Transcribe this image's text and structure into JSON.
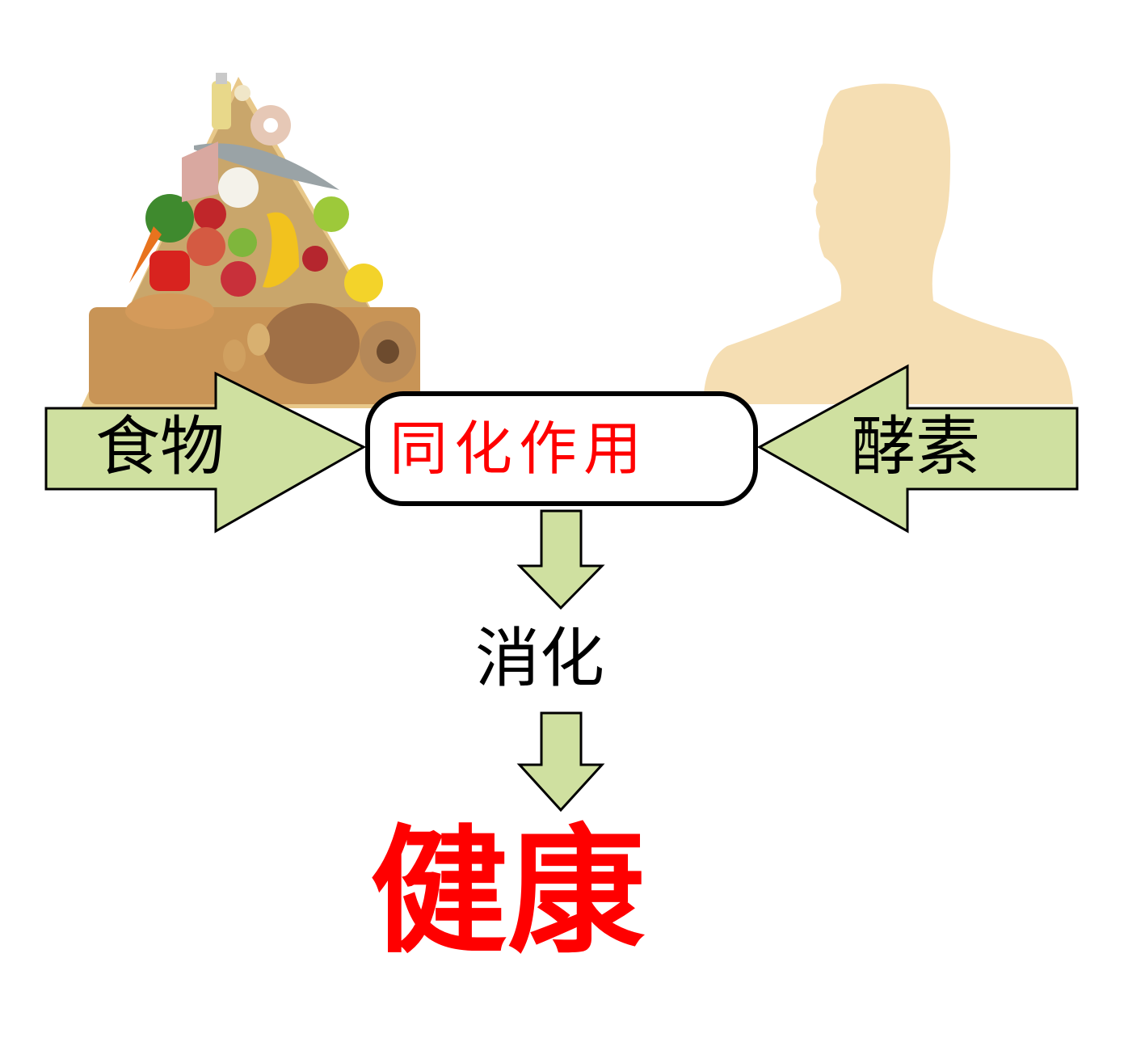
{
  "labels": {
    "food": "食物",
    "enzyme": "酵素",
    "anabolism": "同化作用",
    "digestion": "消化",
    "health": "健康"
  },
  "colors": {
    "arrow_fill": "#cfe0a0",
    "arrow_stroke": "#000000",
    "accent_red": "#ff0000",
    "silhouette": "#f5deb3"
  },
  "icons": {
    "food_image": "food-pyramid-icon",
    "person_image": "person-silhouette-icon"
  }
}
